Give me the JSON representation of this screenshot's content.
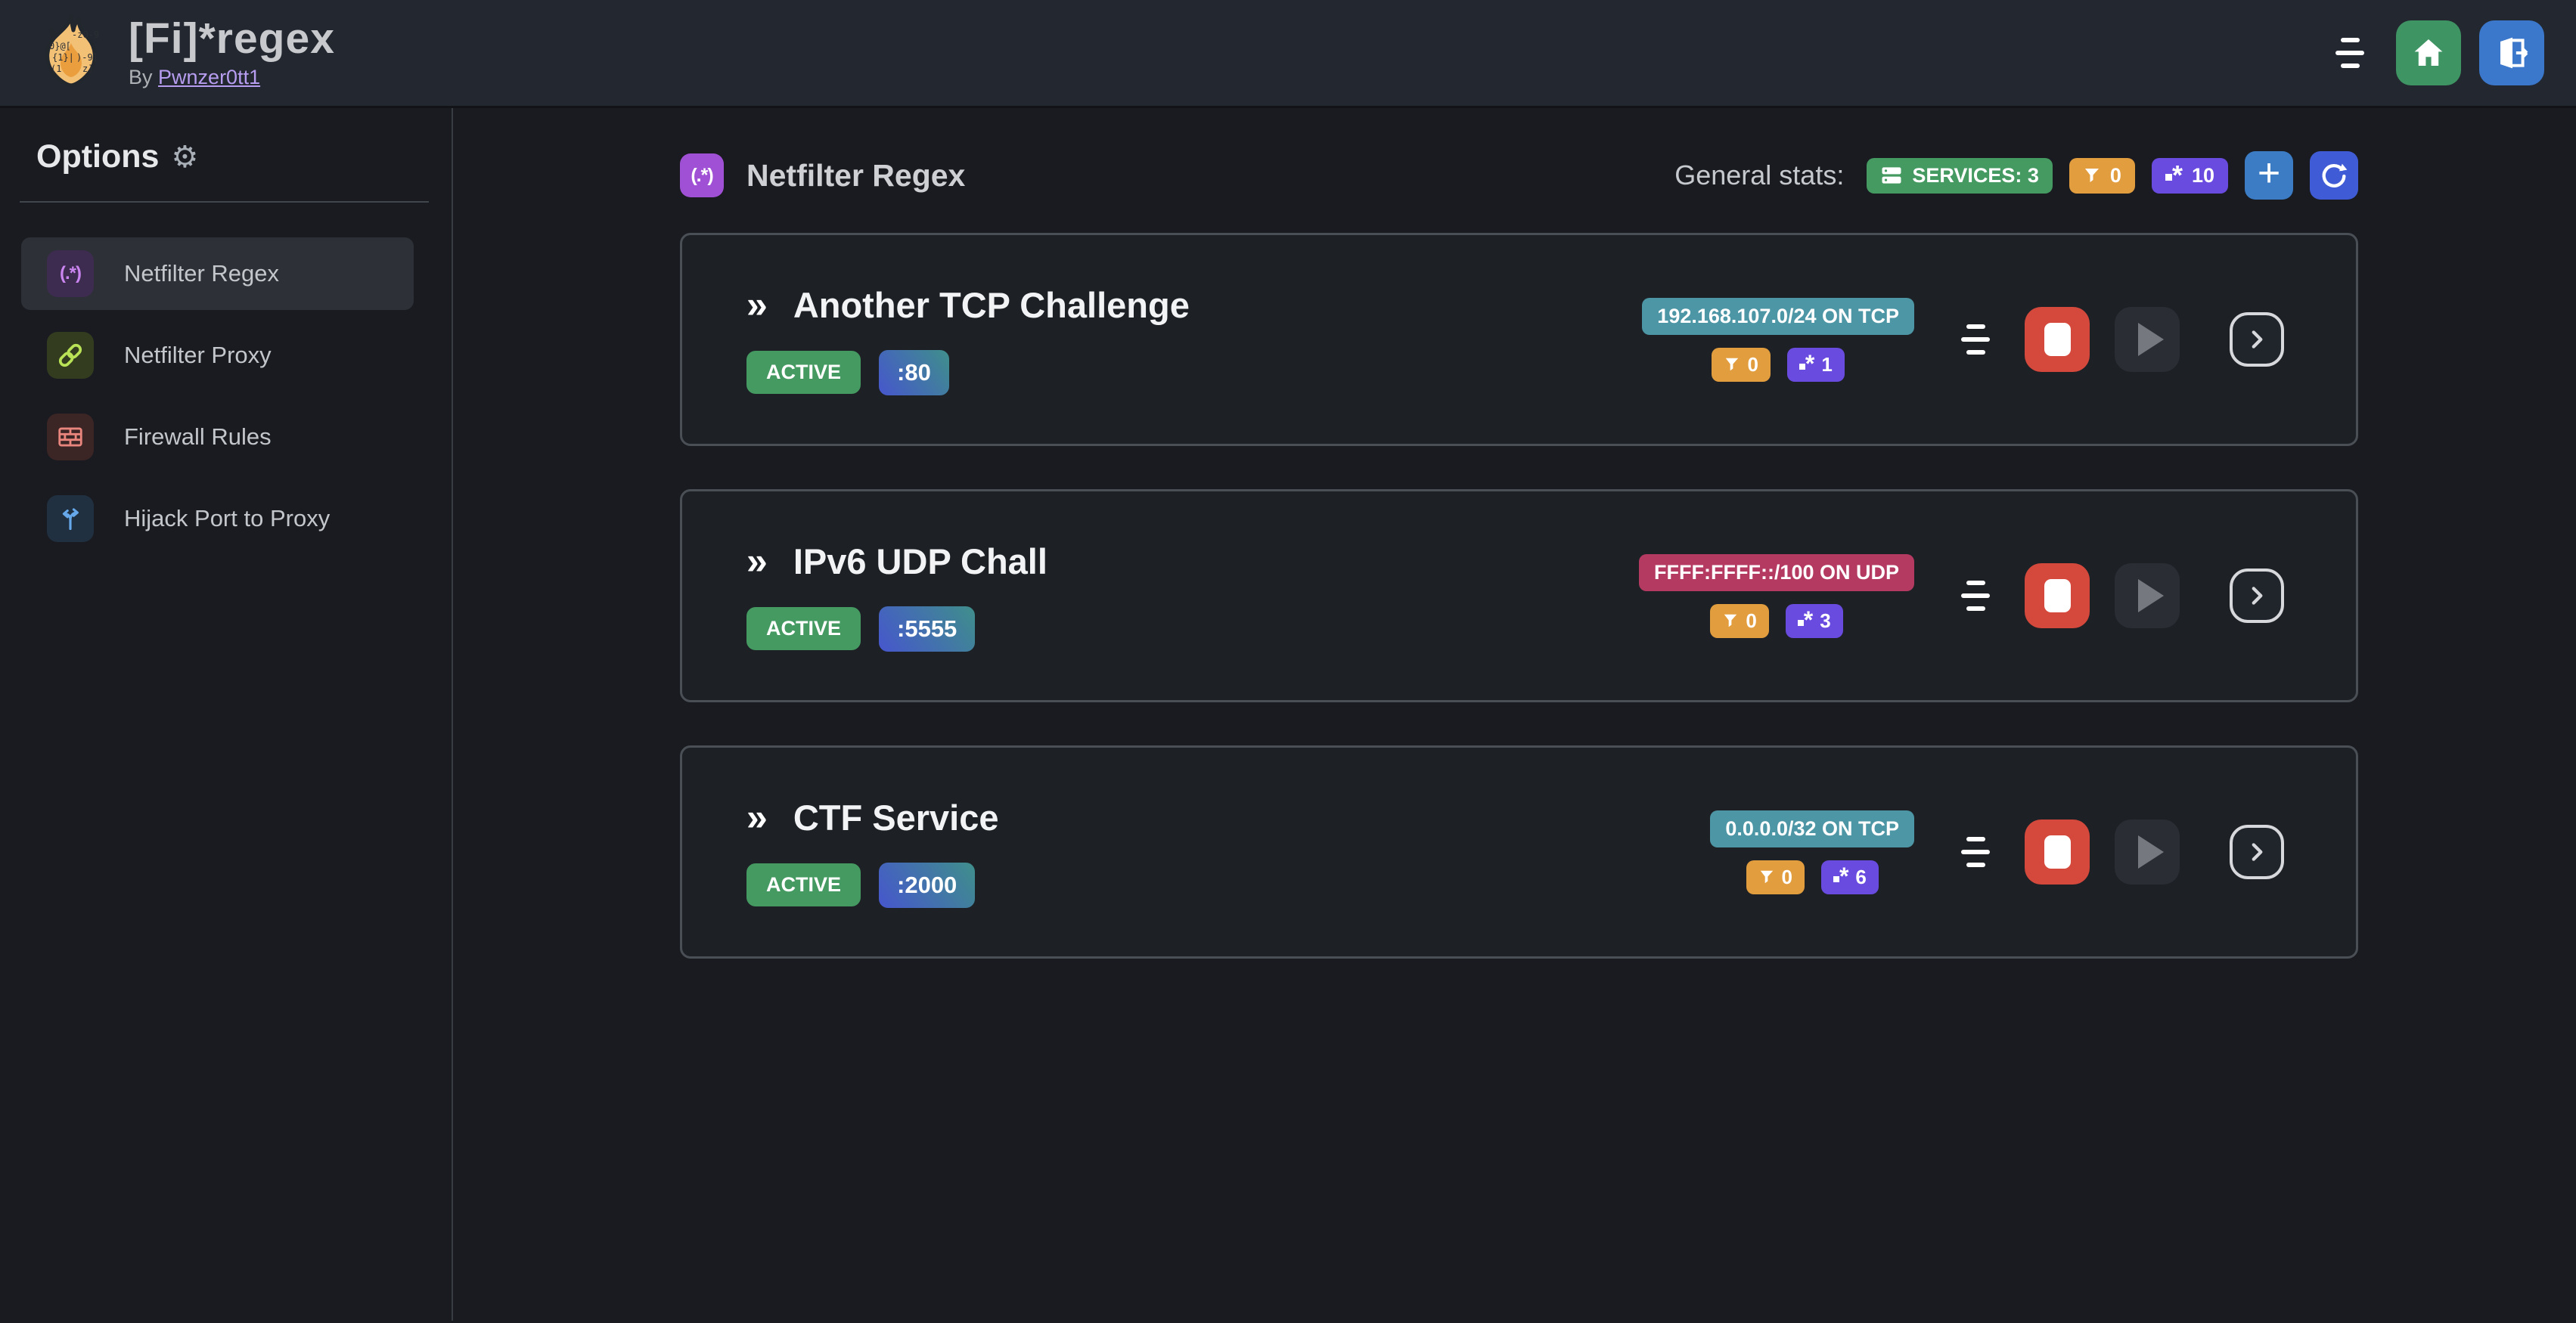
{
  "theme": {
    "header_bg": "#232830",
    "page_bg": "#191b20",
    "card_bg": "#1d2126",
    "card_border": "#4a4f56",
    "accent_green": "#459a62",
    "accent_orange": "#e29d3e",
    "accent_purple": "#6a4be0",
    "icon_purple": "#a050d4",
    "btn_home": "#3f9464",
    "btn_logout": "#3b77cb",
    "btn_plus": "#3b7cc4",
    "btn_refresh": "#3f5cd6",
    "btn_stop": "#d5483c",
    "link": "#b79df0",
    "port_grad_a": "#4656cd",
    "port_grad_b": "#3f8f8b"
  },
  "header": {
    "title": "[Fi]*regex",
    "byline_prefix": "By",
    "author_link": "Pwnzer0tt1",
    "logo_glyphs": [
      "-z0-9",
      "0}@[",
      "{1}|",
      ")-9]",
      "(1",
      "z]"
    ]
  },
  "sidebar": {
    "title": "Options",
    "gear_glyph": "⚙",
    "items": [
      {
        "label": "Netfilter Regex",
        "glyph": "(.*)",
        "active": true
      },
      {
        "label": "Netfilter Proxy",
        "active": false
      },
      {
        "label": "Firewall Rules",
        "active": false
      },
      {
        "label": "Hijack Port to Proxy",
        "active": false
      }
    ]
  },
  "page": {
    "icon_glyph": "(.*)",
    "title": "Netfilter Regex",
    "stats_label": "General stats:",
    "services_badge": "SERVICES: 3",
    "filter_count": "0",
    "regex_count": "10",
    "plus_glyph": "+"
  },
  "icons": {
    "double_chevron": "»",
    "regex_star": "*"
  },
  "cards": [
    {
      "title": "Another TCP Challenge",
      "status": "ACTIVE",
      "port": ":80",
      "network": "192.168.107.0/24 ON TCP",
      "network_color": "#4d96a6",
      "filter_count": "0",
      "regex_count": "1"
    },
    {
      "title": "IPv6 UDP Chall",
      "status": "ACTIVE",
      "port": ":5555",
      "network": "FFFF:FFFF::/100 ON UDP",
      "network_color": "#b53a62",
      "filter_count": "0",
      "regex_count": "3"
    },
    {
      "title": "CTF Service",
      "status": "ACTIVE",
      "port": ":2000",
      "network": "0.0.0.0/32 ON TCP",
      "network_color": "#4d96a6",
      "filter_count": "0",
      "regex_count": "6"
    }
  ]
}
